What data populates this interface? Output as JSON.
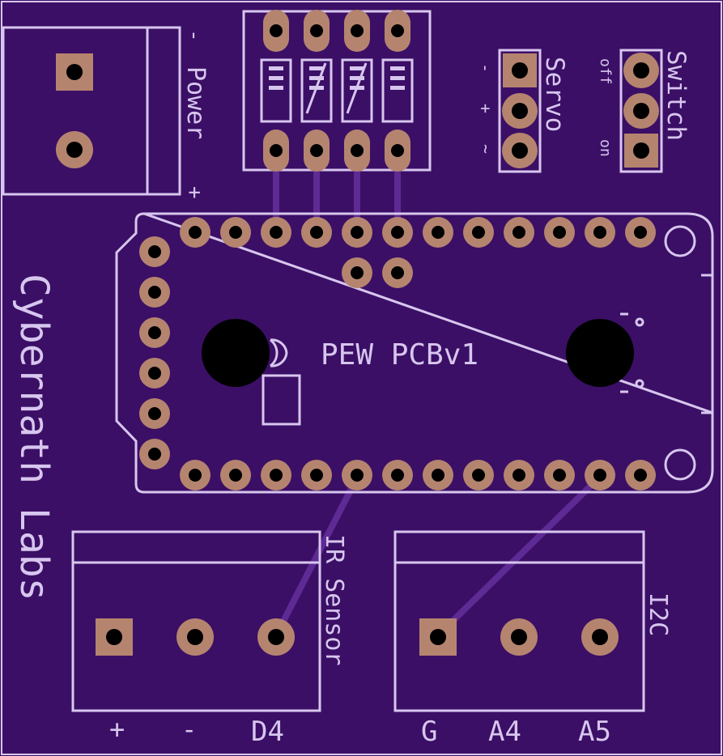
{
  "board": {
    "background": "#3b0f66",
    "silkscreen_color": "#d7c6ee",
    "pad_color": "#b5846f",
    "trace_color": "#5e2a93"
  },
  "labels": {
    "power": "Power",
    "power_minus": "-",
    "power_plus": "+",
    "servo": "Servo",
    "servo_minus": "-",
    "servo_plus": "+",
    "servo_signal": "~",
    "switch": "Switch",
    "switch_off": "off",
    "switch_on": "on",
    "brand": "Cybernath Labs",
    "board_name": "PEW PCBv1",
    "ir_sensor": "IR Sensor",
    "ir_plus": "+",
    "ir_minus": "-",
    "ir_d4": "D4",
    "i2c": "I2C",
    "i2c_g": "G",
    "i2c_a4": "A4",
    "i2c_a5": "A5"
  }
}
